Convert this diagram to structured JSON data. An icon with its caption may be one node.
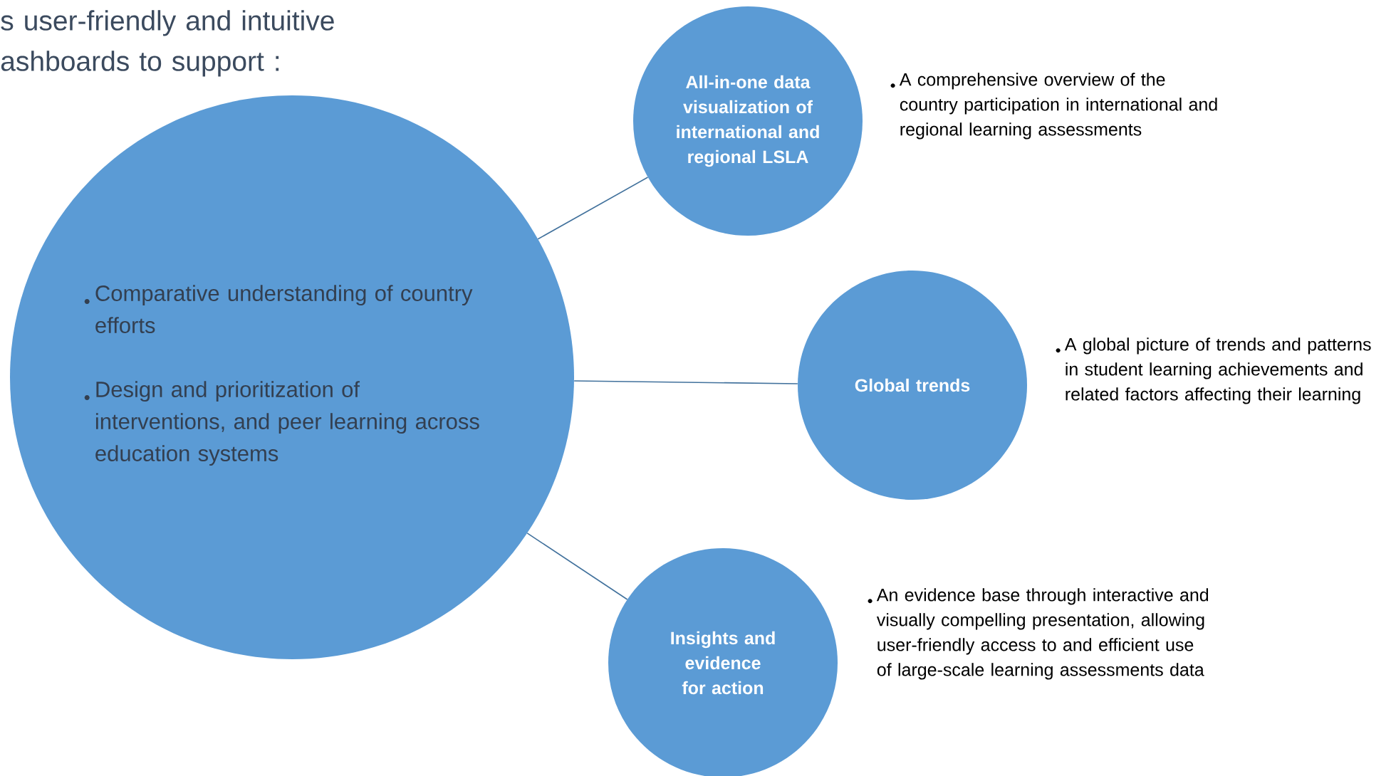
{
  "diagram": {
    "title": "s user-friendly and intuitive ashboards to support :",
    "nodes": [
      {
        "text": [
          "Comparative understanding of country efforts",
          "Design and prioritization of interventions, and peer learning across education systems"
        ]
      },
      {
        "text": [
          "All-in-one data visualization of international and regional LSLA"
        ],
        "beside": [
          "A comprehensive overview of the country participation in international and regional learning assessments"
        ]
      },
      {
        "text": [
          "Global trends"
        ],
        "beside": [
          "A global picture of trends and patterns in student learning achievements and related factors affecting their learning"
        ]
      },
      {
        "text": [
          "Insights and evidence for action"
        ],
        "beside": [
          "An evidence base through interactive and visually compelling presentation, allowing user-friendly access to and efficient use of large-scale learning assessments data"
        ]
      }
    ],
    "edges": [
      {
        "from": 0,
        "to": 1,
        "arrow": "none"
      },
      {
        "from": 0,
        "to": 2,
        "arrow": "none"
      },
      {
        "from": 0,
        "to": 3,
        "arrow": "none"
      }
    ]
  }
}
